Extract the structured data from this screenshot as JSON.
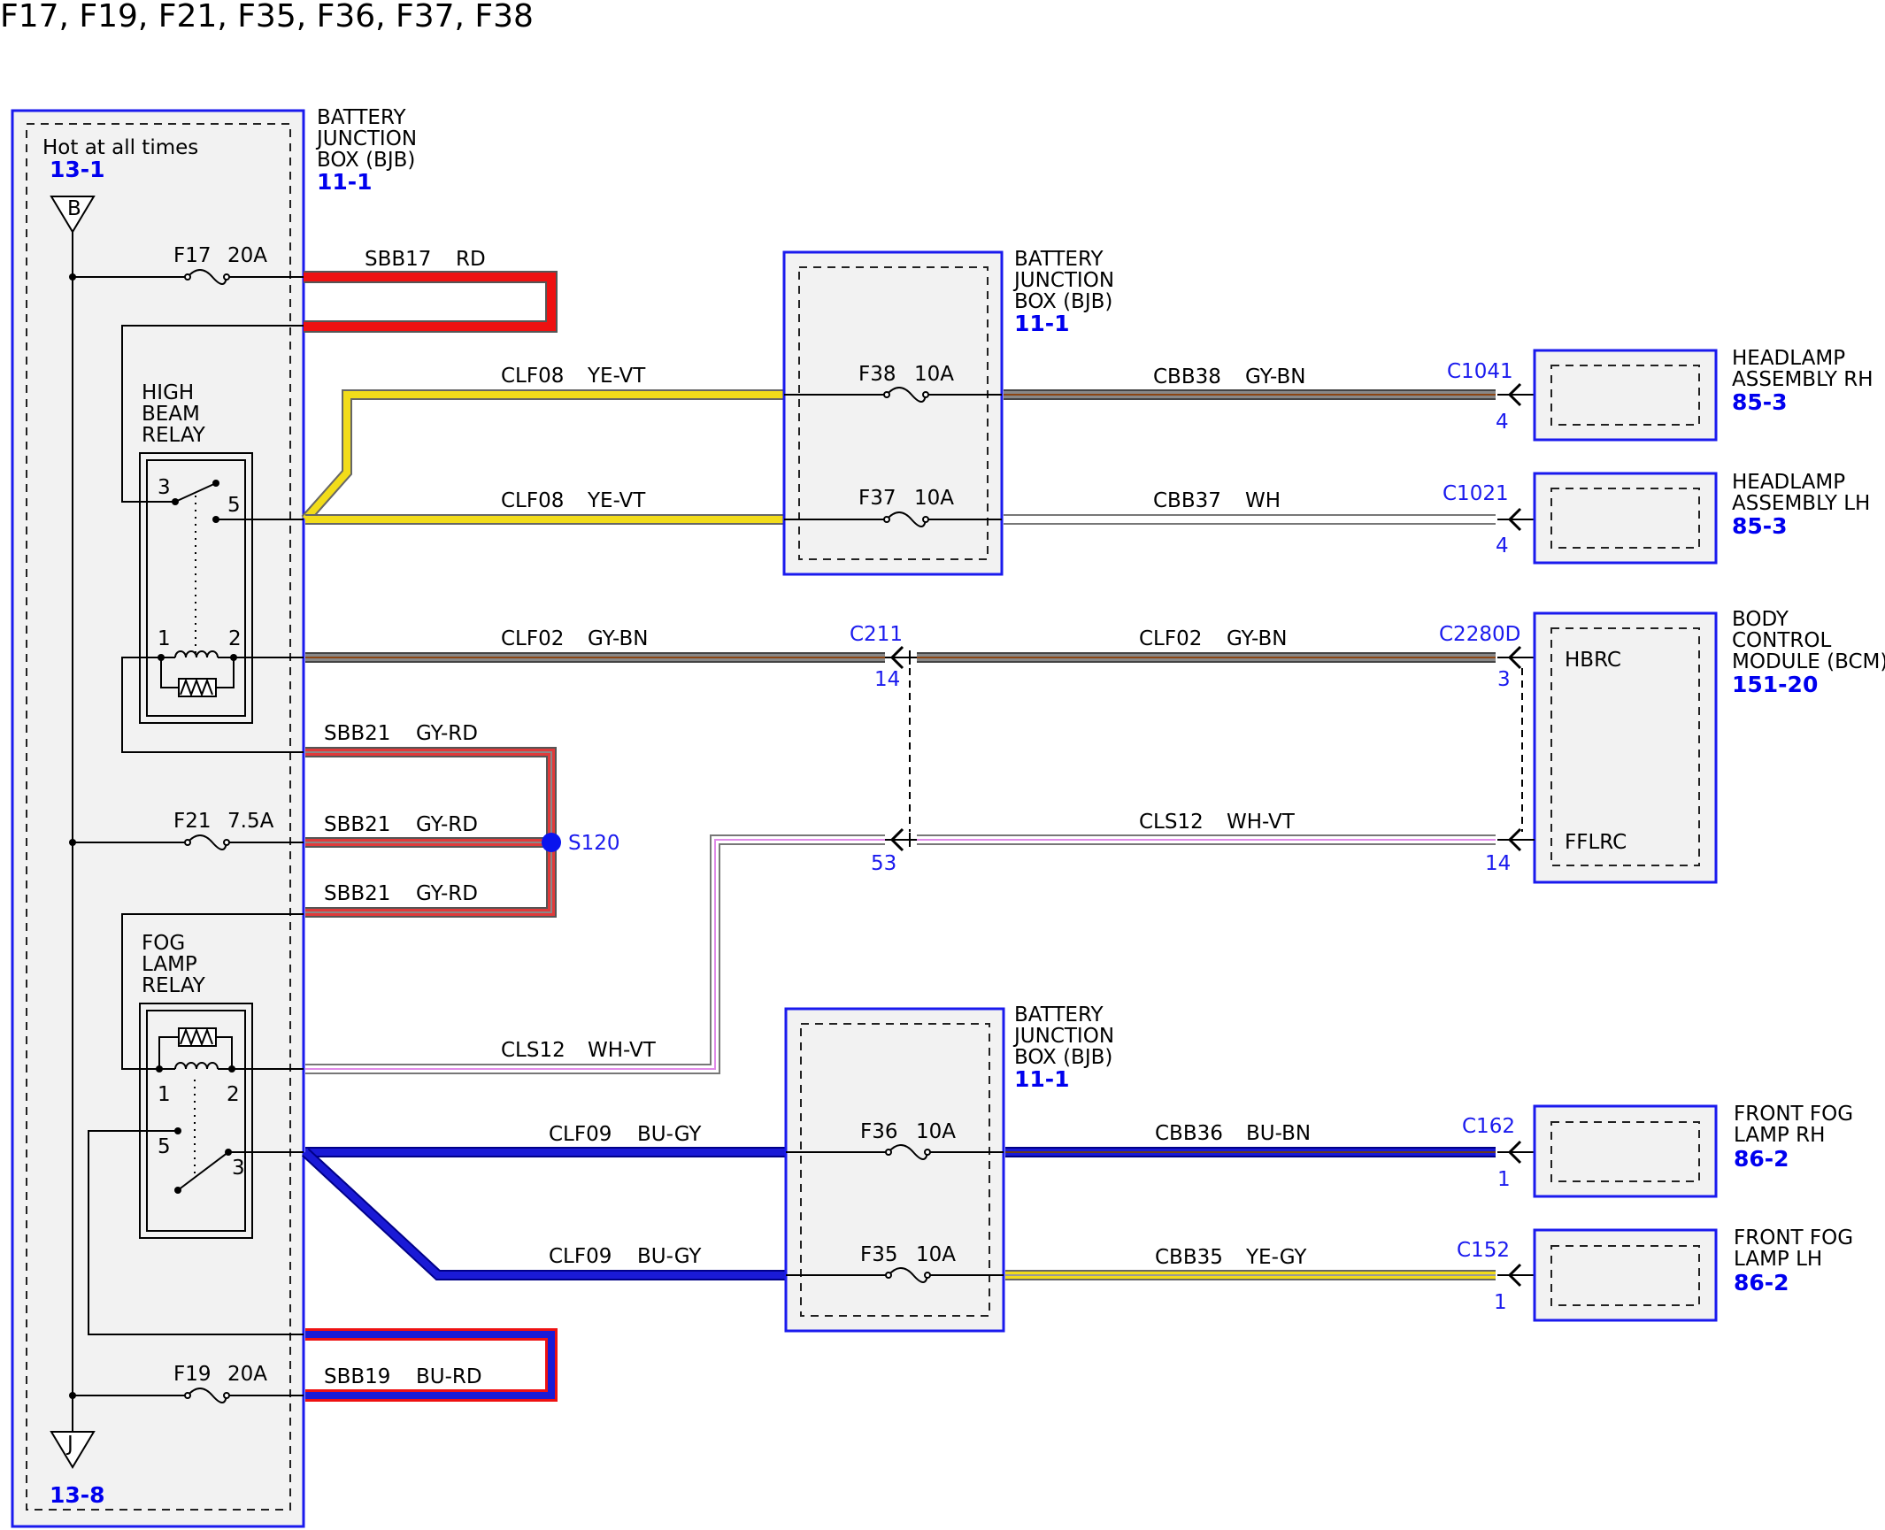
{
  "title": "F17, F19, F21, F35, F36, F37, F38",
  "bjb": {
    "name_lines": [
      "BATTERY",
      "JUNCTION",
      "BOX (BJB)"
    ],
    "ref": "11-1",
    "hot_label": "Hot at all times",
    "hot_ref": "13-1",
    "ground_ref": "13-8",
    "terminal_top": "B",
    "terminal_bottom": "J"
  },
  "relays": {
    "high_beam": {
      "name_lines": [
        "HIGH",
        "BEAM",
        "RELAY"
      ],
      "pins": [
        "3",
        "5",
        "1",
        "2"
      ]
    },
    "fog_lamp": {
      "name_lines": [
        "FOG",
        "LAMP",
        "RELAY"
      ],
      "pins": [
        "1",
        "2",
        "5",
        "3"
      ]
    }
  },
  "fuses": {
    "f17": {
      "id": "F17",
      "rating": "20A"
    },
    "f21": {
      "id": "F21",
      "rating": "7.5A"
    },
    "f19": {
      "id": "F19",
      "rating": "20A"
    },
    "f38": {
      "id": "F38",
      "rating": "10A"
    },
    "f37": {
      "id": "F37",
      "rating": "10A"
    },
    "f36": {
      "id": "F36",
      "rating": "10A"
    },
    "f35": {
      "id": "F35",
      "rating": "10A"
    }
  },
  "wires": {
    "sbb17": {
      "circuit": "SBB17",
      "color": "RD"
    },
    "clf08_top": {
      "circuit": "CLF08",
      "color": "YE-VT"
    },
    "clf08_bottom": {
      "circuit": "CLF08",
      "color": "YE-VT"
    },
    "cbb38": {
      "circuit": "CBB38",
      "color": "GY-BN"
    },
    "cbb37": {
      "circuit": "CBB37",
      "color": "WH"
    },
    "clf02_left": {
      "circuit": "CLF02",
      "color": "GY-BN"
    },
    "clf02_right": {
      "circuit": "CLF02",
      "color": "GY-BN"
    },
    "sbb21_a": {
      "circuit": "SBB21",
      "color": "GY-RD"
    },
    "sbb21_b": {
      "circuit": "SBB21",
      "color": "GY-RD"
    },
    "sbb21_c": {
      "circuit": "SBB21",
      "color": "GY-RD"
    },
    "cls12_right": {
      "circuit": "CLS12",
      "color": "WH-VT"
    },
    "cls12_left": {
      "circuit": "CLS12",
      "color": "WH-VT"
    },
    "clf09_top": {
      "circuit": "CLF09",
      "color": "BU-GY"
    },
    "clf09_bottom": {
      "circuit": "CLF09",
      "color": "BU-GY"
    },
    "cbb36": {
      "circuit": "CBB36",
      "color": "BU-BN"
    },
    "cbb35": {
      "circuit": "CBB35",
      "color": "YE-GY"
    },
    "sbb19": {
      "circuit": "SBB19",
      "color": "BU-RD"
    }
  },
  "splice": {
    "id": "S120"
  },
  "connectors": {
    "c1041": {
      "id": "C1041",
      "pin": "4"
    },
    "c1021": {
      "id": "C1021",
      "pin": "4"
    },
    "c211_a": {
      "id": "C211",
      "pin": "14"
    },
    "c211_b": {
      "pin": "53"
    },
    "c2280d_a": {
      "id": "C2280D",
      "pin": "3"
    },
    "c2280d_b": {
      "pin": "14"
    },
    "c162": {
      "id": "C162",
      "pin": "1"
    },
    "c152": {
      "id": "C152",
      "pin": "1"
    }
  },
  "components": {
    "headlamp_rh": {
      "name_lines": [
        "HEADLAMP",
        "ASSEMBLY RH"
      ],
      "ref": "85-3"
    },
    "headlamp_lh": {
      "name_lines": [
        "HEADLAMP",
        "ASSEMBLY LH"
      ],
      "ref": "85-3"
    },
    "bcm": {
      "name_lines": [
        "BODY",
        "CONTROL",
        "MODULE (BCM)"
      ],
      "ref": "151-20",
      "pins": [
        "HBRC",
        "FFLRC"
      ]
    },
    "fog_rh": {
      "name_lines": [
        "FRONT FOG",
        "LAMP RH"
      ],
      "ref": "86-2"
    },
    "fog_lh": {
      "name_lines": [
        "FRONT FOG",
        "LAMP LH"
      ],
      "ref": "86-2"
    }
  },
  "colors": {
    "box_border": "#1a1aee",
    "ref_text": "#0000ee",
    "box_fill": "#f2f2f2",
    "red": "#ee1111",
    "yellow": "#f2dc1a",
    "gray": "#888888",
    "brown": "#8b4513",
    "blue": "#1a1ad6",
    "white": "#ffffff",
    "violet": "#e08ae8"
  }
}
